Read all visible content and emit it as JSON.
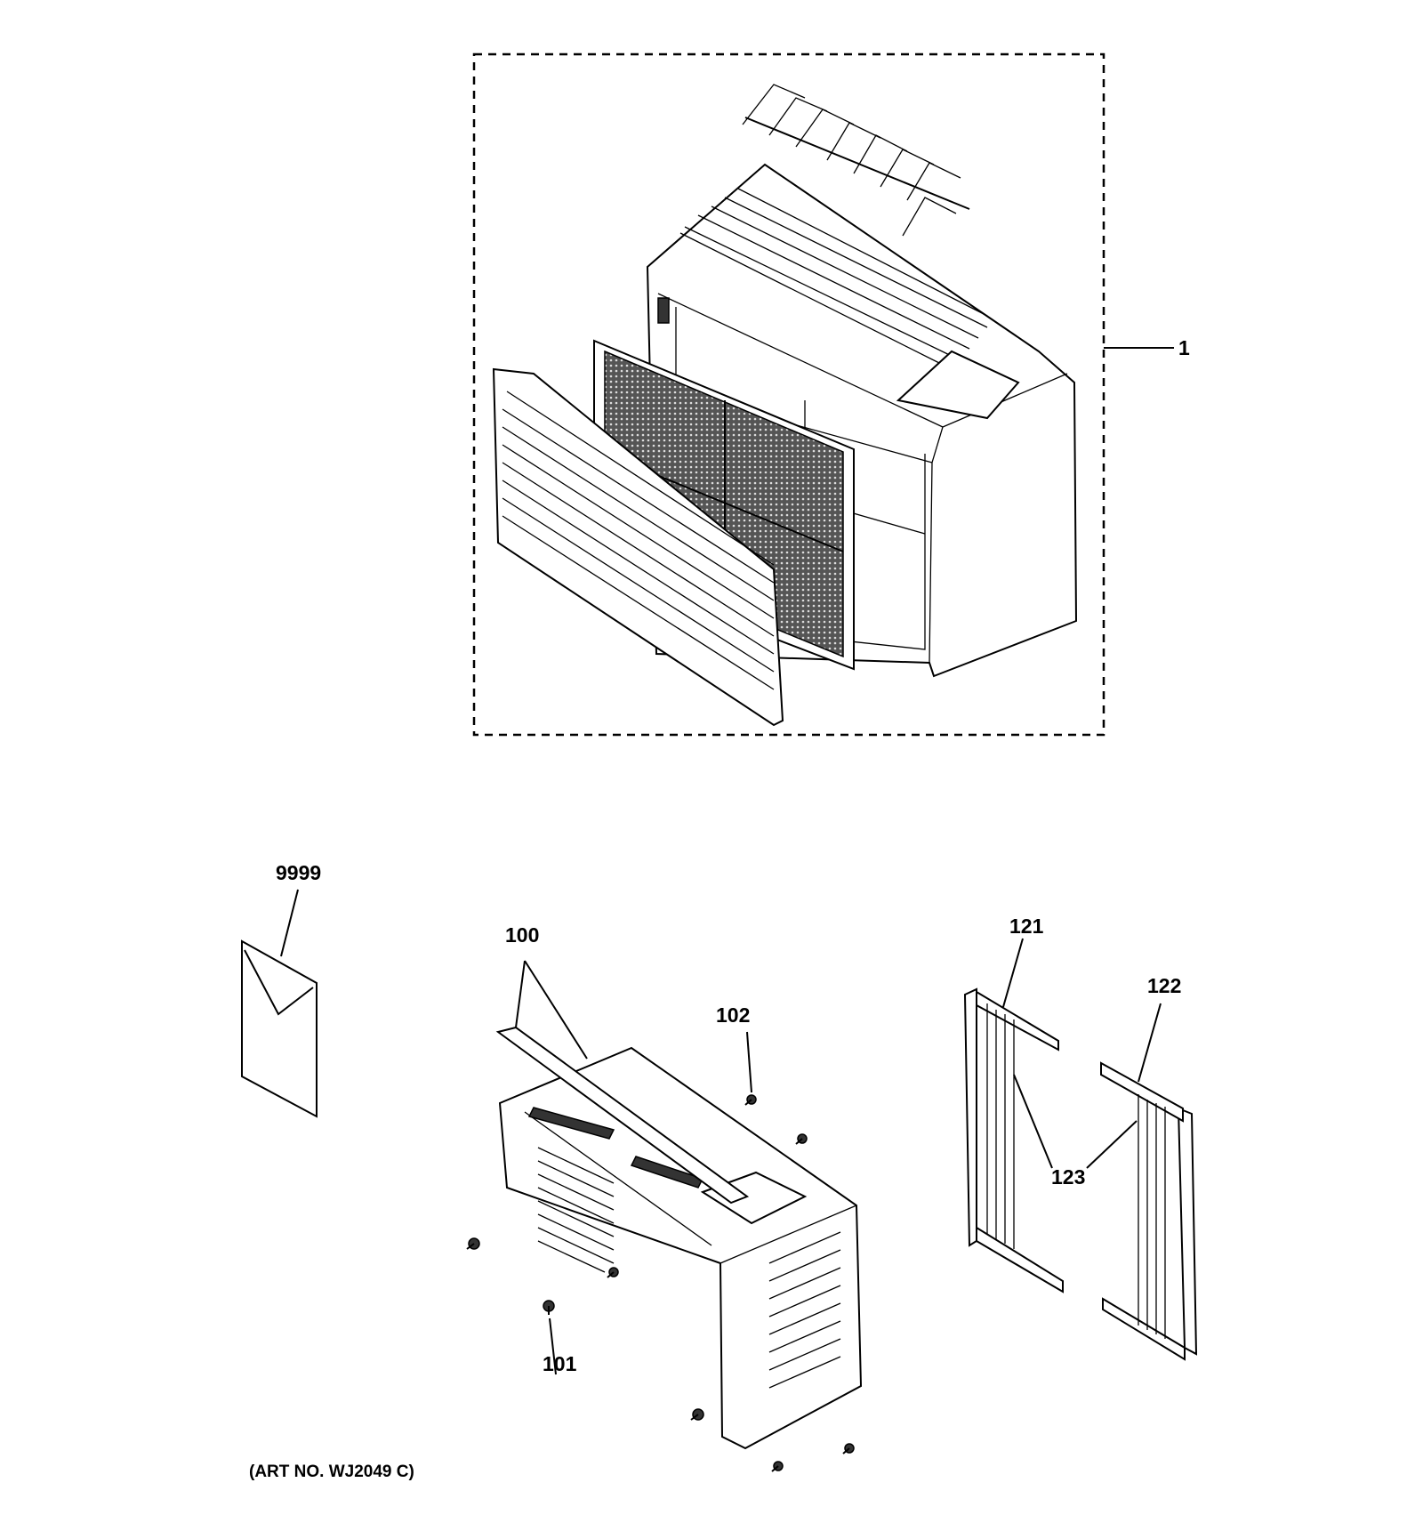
{
  "callouts": {
    "c1": "1",
    "c9999": "9999",
    "c100": "100",
    "c101": "101",
    "c102": "102",
    "c121": "121",
    "c122": "122",
    "c123": "123"
  },
  "art_number": "(ART NO. WJ2049 C)",
  "colors": {
    "line": "#000000",
    "background": "#ffffff"
  }
}
